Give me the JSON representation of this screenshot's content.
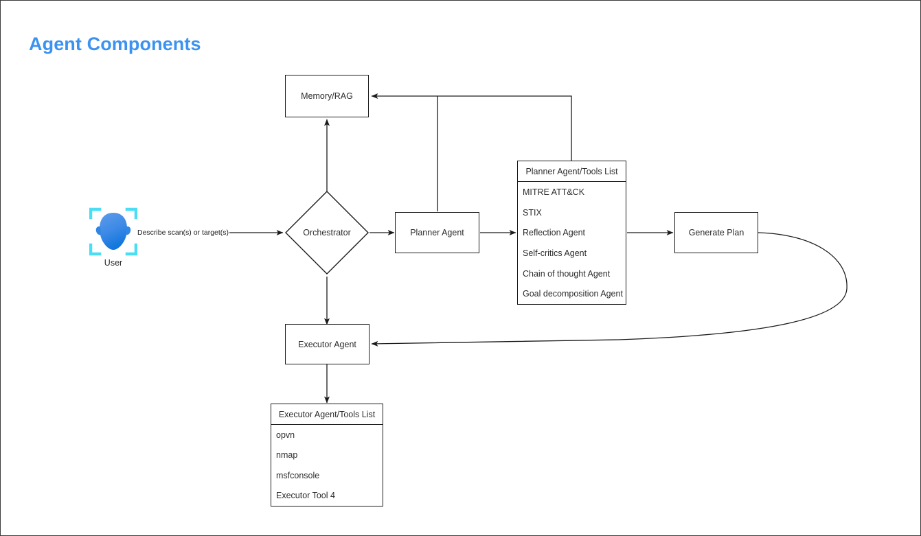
{
  "page": {
    "title": "Agent Components",
    "title_color": "#3c92f0",
    "background": "#ffffff",
    "border_color": "#3a3a3a"
  },
  "actor": {
    "icon": "user-head-icon",
    "label": "User",
    "icon_color_top": "#4f93e8",
    "icon_color_bottom": "#1a7fe0",
    "bracket_color": "#4adef5"
  },
  "edges": {
    "user_to_orchestrator_label": "Describe scan(s) or target(s)"
  },
  "nodes": {
    "memory_rag": {
      "label": "Memory/RAG"
    },
    "orchestrator": {
      "label": "Orchestrator"
    },
    "planner_agent": {
      "label": "Planner Agent"
    },
    "generate_plan": {
      "label": "Generate Plan"
    },
    "executor_agent": {
      "label": "Executor Agent"
    }
  },
  "planner_tools": {
    "header": "Planner Agent/Tools List",
    "items": [
      "MITRE ATT&CK",
      "STIX",
      "Reflection Agent",
      "Self-critics Agent",
      "Chain of thought Agent",
      "Goal decomposition Agent"
    ]
  },
  "executor_tools": {
    "header": "Executor Agent/Tools List",
    "items": [
      "opvn",
      "nmap",
      "msfconsole",
      "Executor Tool 4"
    ]
  }
}
